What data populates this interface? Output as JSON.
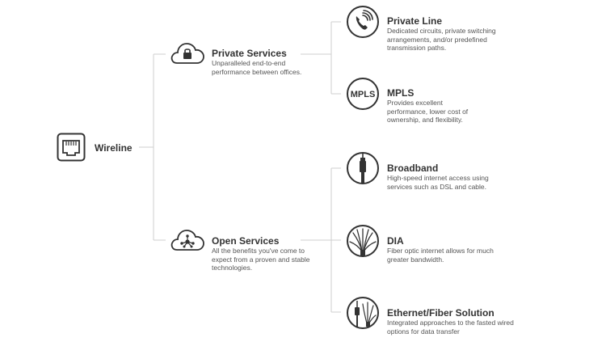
{
  "root": {
    "title": "Wireline",
    "icon": "ethernet-port-icon"
  },
  "branches": [
    {
      "title": "Private Services",
      "description": "Unparalleled end-to-end performance between offices.",
      "icon": "cloud-lock-icon",
      "children": [
        {
          "title": "Private Line",
          "description": "Dedicated circuits, private switching arrangements, and/or predefined transmission paths.",
          "icon": "phone-signal-icon"
        },
        {
          "title": "MPLS",
          "description": "Provides excellent performance, lower cost of ownership, and flexibility.",
          "icon": "mpls-icon",
          "icon_text": "MPLS"
        }
      ]
    },
    {
      "title": "Open Services",
      "description": "All the benefits you've come to expect from a proven and stable technologies.",
      "icon": "cloud-network-icon",
      "children": [
        {
          "title": "Broadband",
          "description": "High-speed internet access using services such as DSL and cable.",
          "icon": "coax-cable-icon"
        },
        {
          "title": "DIA",
          "description": "Fiber optic internet allows for much greater bandwidth.",
          "icon": "fiber-optic-icon"
        },
        {
          "title": "Ethernet/Fiber Solution",
          "description": "Integrated approaches to the fasted wired options for data transfer",
          "icon": "fiber-cable-icon"
        }
      ]
    }
  ],
  "colors": {
    "line": "#c8c8c8",
    "icon_stroke": "#333333",
    "text": "#333333"
  }
}
